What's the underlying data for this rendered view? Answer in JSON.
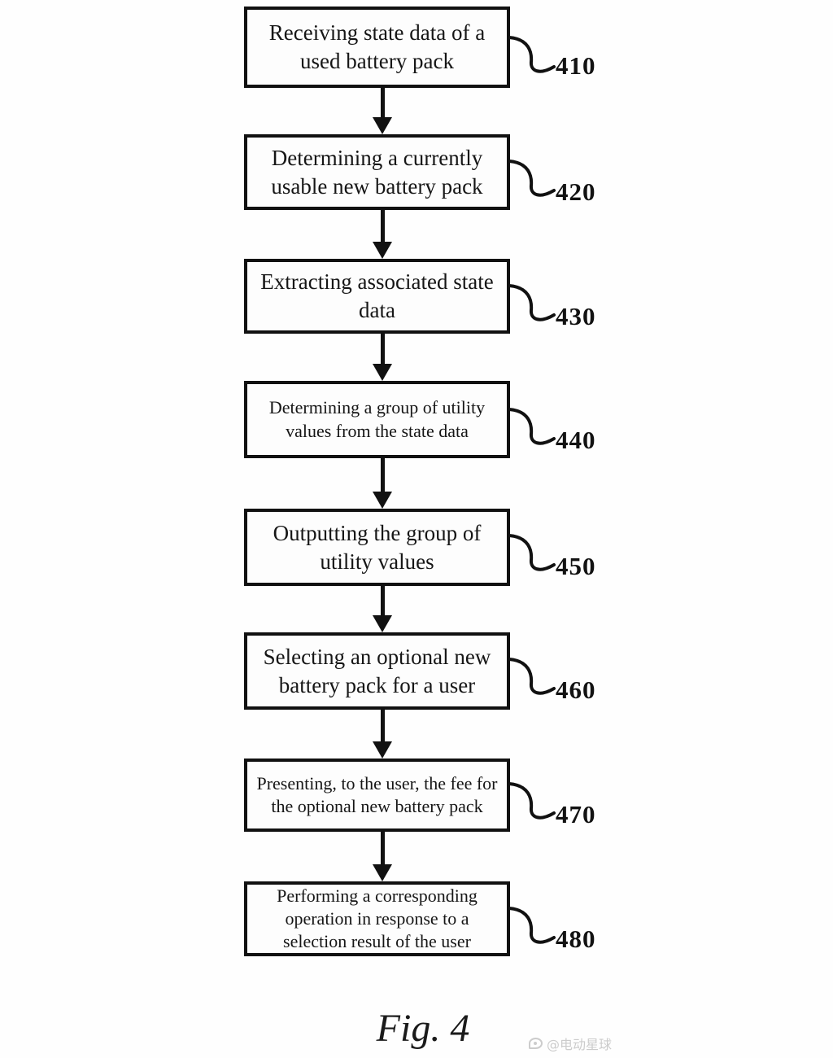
{
  "figure": {
    "caption": "Fig. 4"
  },
  "steps": [
    {
      "text": "Receiving state data of a used battery pack",
      "ref": "410"
    },
    {
      "text": "Determining a currently usable new battery pack",
      "ref": "420"
    },
    {
      "text": "Extracting associated state data",
      "ref": "430"
    },
    {
      "text": "Determining a group of utility values from the state data",
      "ref": "440"
    },
    {
      "text": "Outputting the group of utility values",
      "ref": "450"
    },
    {
      "text": "Selecting an optional new battery pack for a user",
      "ref": "460"
    },
    {
      "text": "Presenting, to the user, the fee for the optional new battery pack",
      "ref": "470"
    },
    {
      "text": "Performing a corresponding operation in response to a selection result of the user",
      "ref": "480"
    }
  ],
  "watermark": {
    "text": "@电动星球"
  },
  "colors": {
    "ink": "#111111",
    "background": "#fefefe",
    "watermark": "#cccccc"
  }
}
